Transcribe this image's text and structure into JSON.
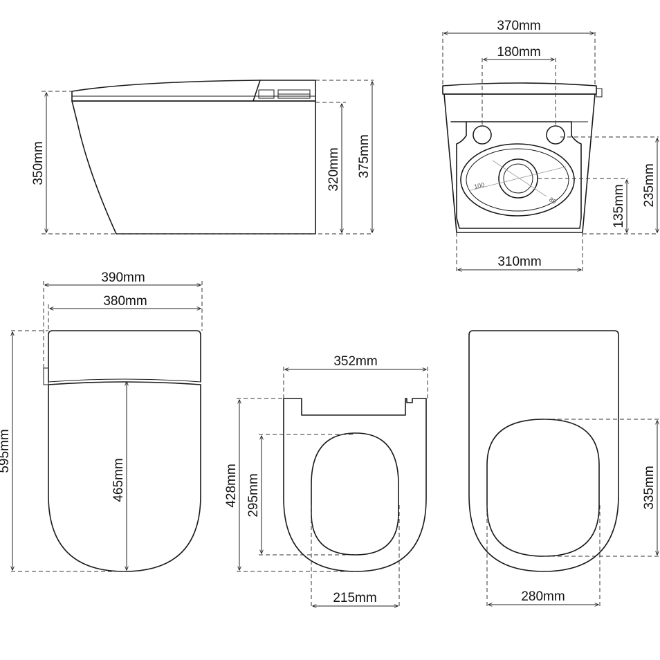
{
  "side_view": {
    "dim_total_height": "350mm",
    "dim_body_height": "320mm",
    "dim_lid_height": "375mm"
  },
  "rear_view": {
    "dim_overall_width": "370mm",
    "dim_bolt_spacing": "180mm",
    "dim_base_width": "310mm",
    "dim_outlet_height": "135mm",
    "dim_inlet_height": "235mm",
    "small_100": "100",
    "small_80": "80"
  },
  "top_view": {
    "dim_width_outer": "390mm",
    "dim_width_inner": "380mm",
    "dim_length": "595mm",
    "dim_seat_length": "465mm"
  },
  "seat_view": {
    "dim_width": "352mm",
    "dim_length": "428mm",
    "dim_opening_length": "295mm",
    "dim_opening_width": "215mm"
  },
  "lid_view": {
    "dim_opening_length": "335mm",
    "dim_opening_width": "280mm"
  }
}
